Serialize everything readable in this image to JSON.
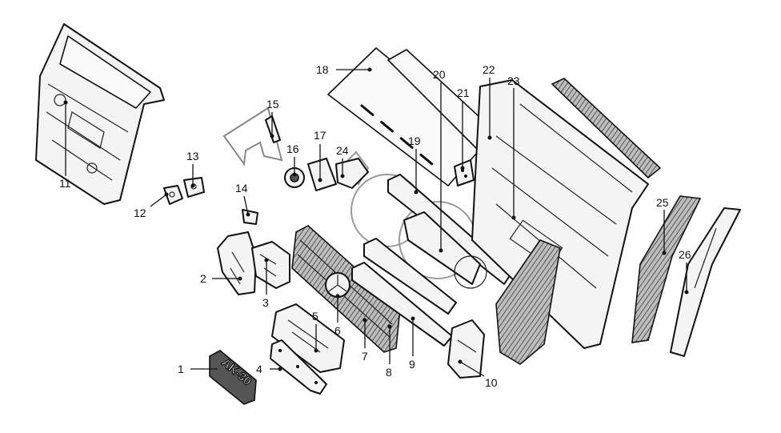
{
  "diagram": {
    "plate_text": "AK-30",
    "callouts": [
      {
        "id": "1",
        "label": "1"
      },
      {
        "id": "2",
        "label": "2"
      },
      {
        "id": "3",
        "label": "3"
      },
      {
        "id": "4",
        "label": "4"
      },
      {
        "id": "5",
        "label": "5"
      },
      {
        "id": "6",
        "label": "6"
      },
      {
        "id": "7",
        "label": "7"
      },
      {
        "id": "8",
        "label": "8"
      },
      {
        "id": "9",
        "label": "9"
      },
      {
        "id": "10",
        "label": "10"
      },
      {
        "id": "11",
        "label": "11"
      },
      {
        "id": "12",
        "label": "12"
      },
      {
        "id": "13",
        "label": "13"
      },
      {
        "id": "14",
        "label": "14"
      },
      {
        "id": "15",
        "label": "15"
      },
      {
        "id": "16",
        "label": "16"
      },
      {
        "id": "17",
        "label": "17"
      },
      {
        "id": "18",
        "label": "18"
      },
      {
        "id": "19",
        "label": "19"
      },
      {
        "id": "20",
        "label": "20"
      },
      {
        "id": "21",
        "label": "21"
      },
      {
        "id": "22",
        "label": "22"
      },
      {
        "id": "23",
        "label": "23"
      },
      {
        "id": "24",
        "label": "24"
      },
      {
        "id": "25",
        "label": "25"
      },
      {
        "id": "26",
        "label": "26"
      }
    ]
  }
}
